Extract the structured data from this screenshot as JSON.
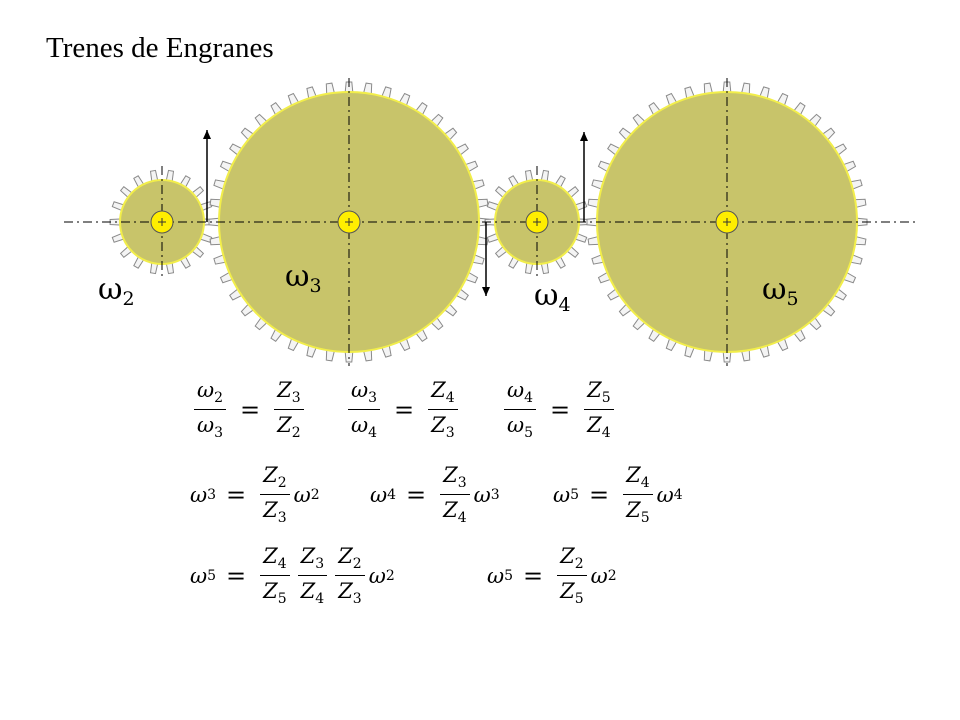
{
  "title": "Trenes de Engranes",
  "colors": {
    "gear_fill": "#c8c46a",
    "gear_rim": "#f2ee4a",
    "tooth_fill": "#f4f4f4",
    "tooth_edge": "#8a8a8a",
    "hub_fill": "#ffee00",
    "line": "#000000"
  },
  "gears": [
    {
      "id": "gear-2",
      "teeth": 18,
      "label_sym": "ω",
      "label_sub": "2"
    },
    {
      "id": "gear-3",
      "teeth": 44,
      "label_sym": "ω",
      "label_sub": "3"
    },
    {
      "id": "gear-4",
      "teeth": 18,
      "label_sym": "ω",
      "label_sub": "4"
    },
    {
      "id": "gear-5",
      "teeth": 44,
      "label_sym": "ω",
      "label_sub": "5"
    }
  ],
  "equations": {
    "ratio_1": {
      "lhs_num": [
        "ω",
        "2"
      ],
      "lhs_den": [
        "ω",
        "3"
      ],
      "eq": "=",
      "rhs_num": [
        "Z",
        "3"
      ],
      "rhs_den": [
        "Z",
        "2"
      ]
    },
    "ratio_2": {
      "lhs_num": [
        "ω",
        "3"
      ],
      "lhs_den": [
        "ω",
        "4"
      ],
      "eq": "=",
      "rhs_num": [
        "Z",
        "4"
      ],
      "rhs_den": [
        "Z",
        "3"
      ]
    },
    "ratio_3": {
      "lhs_num": [
        "ω",
        "4"
      ],
      "lhs_den": [
        "ω",
        "5"
      ],
      "eq": "=",
      "rhs_num": [
        "Z",
        "5"
      ],
      "rhs_den": [
        "Z",
        "4"
      ]
    },
    "solve_1": {
      "lhs": [
        "ω",
        "3"
      ],
      "eq": "=",
      "num": [
        "Z",
        "2"
      ],
      "den": [
        "Z",
        "3"
      ],
      "tail": [
        "ω",
        "2"
      ]
    },
    "solve_2": {
      "lhs": [
        "ω",
        "4"
      ],
      "eq": "=",
      "num": [
        "Z",
        "3"
      ],
      "den": [
        "Z",
        "4"
      ],
      "tail": [
        "ω",
        "3"
      ]
    },
    "solve_3": {
      "lhs": [
        "ω",
        "5"
      ],
      "eq": "=",
      "num": [
        "Z",
        "4"
      ],
      "den": [
        "Z",
        "5"
      ],
      "tail": [
        "ω",
        "4"
      ]
    },
    "chain": {
      "lhs": [
        "ω",
        "5"
      ],
      "eq": "=",
      "f1_num": [
        "Z",
        "4"
      ],
      "f1_den": [
        "Z",
        "5"
      ],
      "f2_num": [
        "Z",
        "3"
      ],
      "f2_den": [
        "Z",
        "4"
      ],
      "f3_num": [
        "Z",
        "2"
      ],
      "f3_den": [
        "Z",
        "3"
      ],
      "tail": [
        "ω",
        "2"
      ]
    },
    "result": {
      "lhs": [
        "ω",
        "5"
      ],
      "eq": "=",
      "num": [
        "Z",
        "2"
      ],
      "den": [
        "Z",
        "5"
      ],
      "tail": [
        "ω",
        "2"
      ]
    }
  }
}
